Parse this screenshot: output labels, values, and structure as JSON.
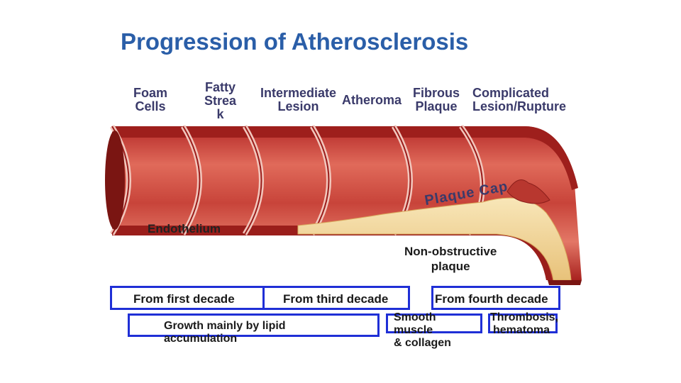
{
  "title": "Progression of Atherosclerosis",
  "stages": [
    {
      "line1": "Foam",
      "line2": "Cells",
      "line3": ""
    },
    {
      "line1": "Fatty",
      "line2": "Strea",
      "line3": "k"
    },
    {
      "line1": "Intermediate",
      "line2": "Lesion",
      "line3": ""
    },
    {
      "line1": "Atheroma",
      "line2": "",
      "line3": ""
    },
    {
      "line1": "Fibrous",
      "line2": "Plaque",
      "line3": ""
    },
    {
      "line1": "Complicated",
      "line2": "Lesion/Rupture",
      "line3": ""
    }
  ],
  "labels": {
    "plaque_cap": "Plaque Cap",
    "endothelium": "Endothelium",
    "non_obstructive_line1": "Non-obstructive",
    "non_obstructive_line2": "plaque"
  },
  "timeline": {
    "first": "From first decade",
    "third": "From third decade",
    "fourth": "From fourth decade"
  },
  "growth": {
    "lipid_line1": "Growth mainly by lipid",
    "lipid_line2": "accumulation",
    "smooth_line1": "Smooth",
    "smooth_line2": "muscle",
    "smooth_line3": "& collagen",
    "thrombosis_line1": "Thrombosis,",
    "thrombosis_line2": "hematoma"
  },
  "colors": {
    "title": "#2a5ea8",
    "box_border": "#1f2fd6",
    "artery_wall": "#c0322e",
    "plaque": "#f0d59a"
  }
}
